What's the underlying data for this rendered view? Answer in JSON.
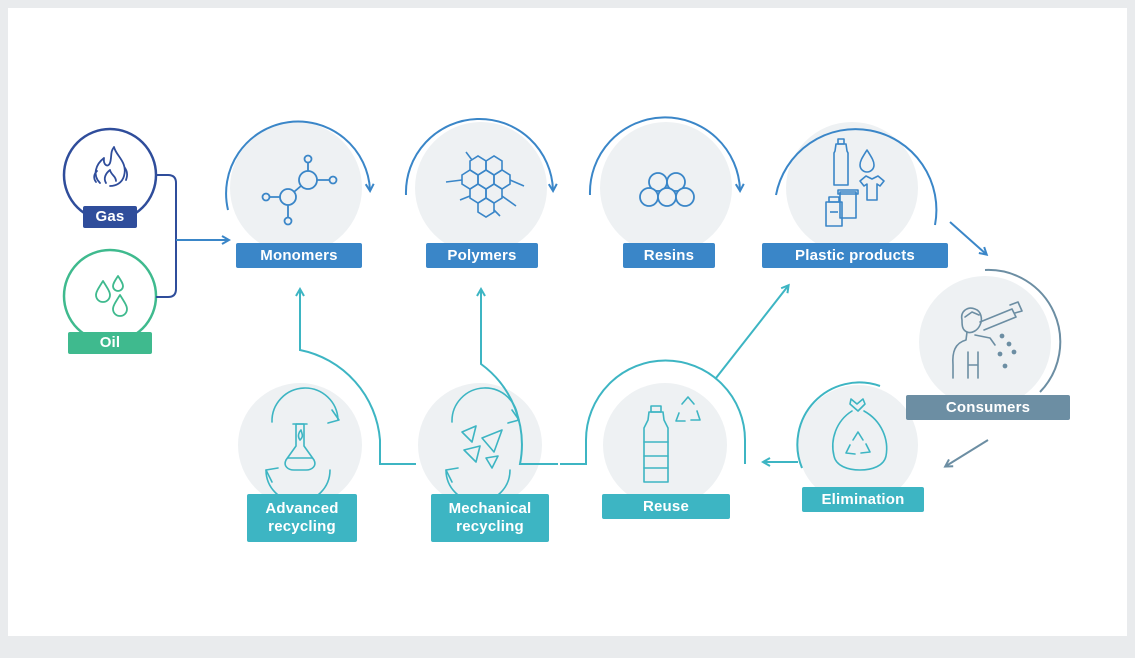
{
  "diagram": {
    "sources": [
      {
        "label": "Gas",
        "icon": "flame-icon",
        "color": "#2f4d9b"
      },
      {
        "label": "Oil",
        "icon": "oil-drops-icon",
        "color": "#3fba8e"
      }
    ],
    "production_chain": [
      {
        "label": "Monomers",
        "icon": "molecule-icon"
      },
      {
        "label": "Polymers",
        "icon": "polymer-network-icon"
      },
      {
        "label": "Resins",
        "icon": "resin-pellets-icon"
      },
      {
        "label": "Plastic products",
        "icon": "plastic-products-icon"
      }
    ],
    "consumers": {
      "label": "Consumers",
      "icon": "person-drinking-icon",
      "color": "#6c8ea3"
    },
    "end_of_life": [
      {
        "label": "Elimination",
        "icon": "recycling-bag-icon"
      },
      {
        "label": "Reuse",
        "icon": "bottle-recycle-icon"
      },
      {
        "label": "Mechanical recycling",
        "icon": "shredded-plastic-icon"
      },
      {
        "label": "Advanced recycling",
        "icon": "chemistry-flask-icon"
      }
    ],
    "colors": {
      "production": "#3a86c8",
      "recycling": "#3db5c3",
      "gas": "#2f4d9b",
      "oil": "#3fba8e",
      "consumers": "#6c8ea3",
      "circle_fill": "#eef1f3"
    }
  }
}
